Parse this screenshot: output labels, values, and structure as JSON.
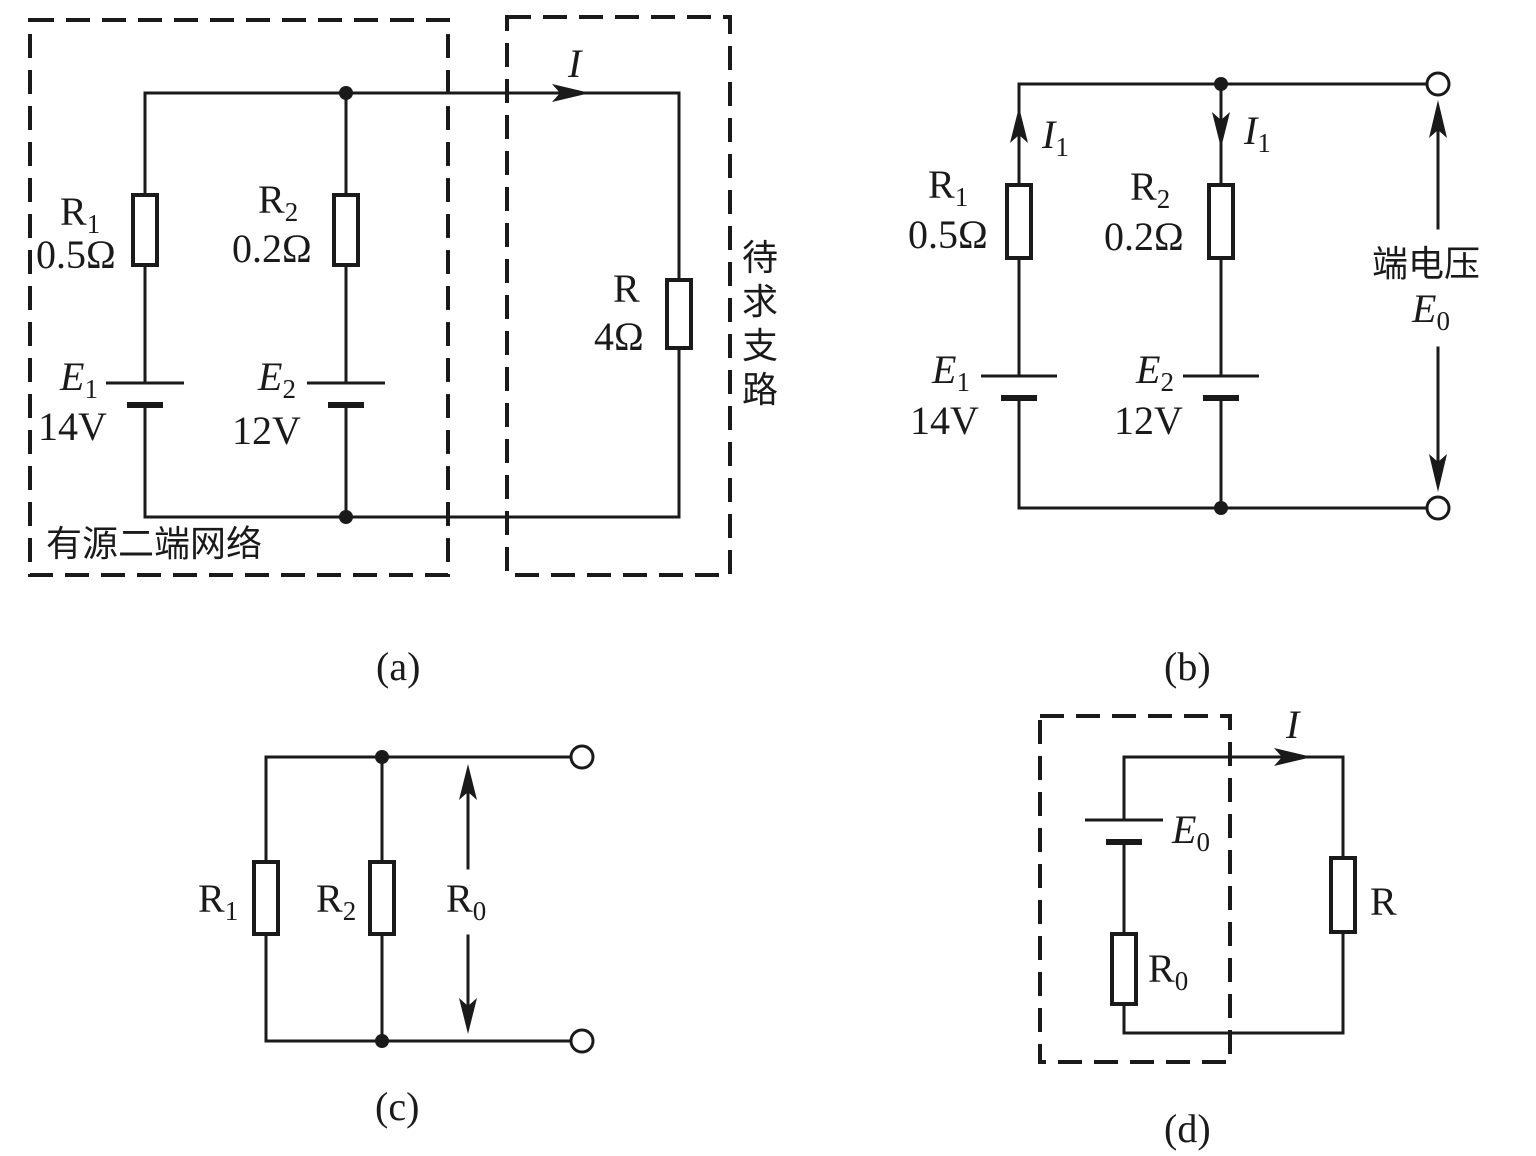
{
  "diagram_a": {
    "caption": "(a)",
    "network_label": "有源二端网络",
    "branch_label": "待求支路",
    "current": "I",
    "r1": {
      "name": "R",
      "sub": "1",
      "value": "0.5Ω"
    },
    "r2": {
      "name": "R",
      "sub": "2",
      "value": "0.2Ω"
    },
    "r": {
      "name": "R",
      "value": "4Ω"
    },
    "e1": {
      "name": "E",
      "sub": "1",
      "value": "14V"
    },
    "e2": {
      "name": "E",
      "sub": "2",
      "value": "12V"
    }
  },
  "diagram_b": {
    "caption": "(b)",
    "current": "I",
    "current_sub": "1",
    "r1": {
      "name": "R",
      "sub": "1",
      "value": "0.5Ω"
    },
    "r2": {
      "name": "R",
      "sub": "2",
      "value": "0.2Ω"
    },
    "e1": {
      "name": "E",
      "sub": "1",
      "value": "14V"
    },
    "e2": {
      "name": "E",
      "sub": "2",
      "value": "12V"
    },
    "terminal_voltage_label": "端电压",
    "e0": {
      "name": "E",
      "sub": "0"
    }
  },
  "diagram_c": {
    "caption": "(c)",
    "r1": {
      "name": "R",
      "sub": "1"
    },
    "r2": {
      "name": "R",
      "sub": "2"
    },
    "r0": {
      "name": "R",
      "sub": "0"
    }
  },
  "diagram_d": {
    "caption": "(d)",
    "current": "I",
    "e0": {
      "name": "E",
      "sub": "0"
    },
    "r0": {
      "name": "R",
      "sub": "0"
    },
    "r": {
      "name": "R"
    }
  }
}
